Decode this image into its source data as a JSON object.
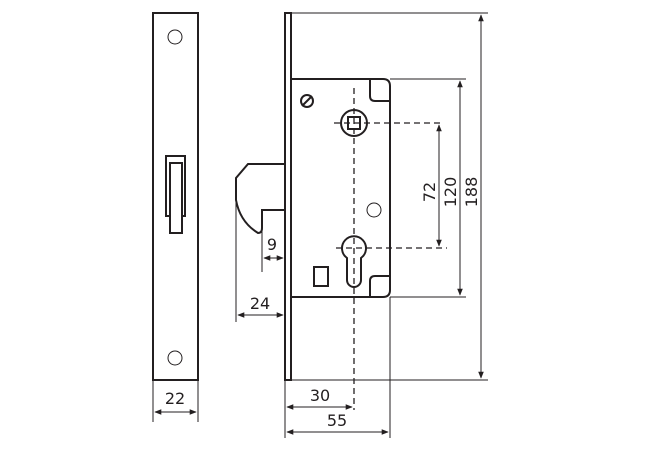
{
  "title": "Sliding door hook lock dimension drawing",
  "dimensions": {
    "faceplate_width": "22",
    "hook_depth": "9",
    "hook_projection": "24",
    "backset": "30",
    "case_depth": "55",
    "centre_distance": "72",
    "case_height": "120",
    "faceplate_height": "188"
  },
  "colors": {
    "line": "#231f20",
    "background": "#ffffff"
  }
}
